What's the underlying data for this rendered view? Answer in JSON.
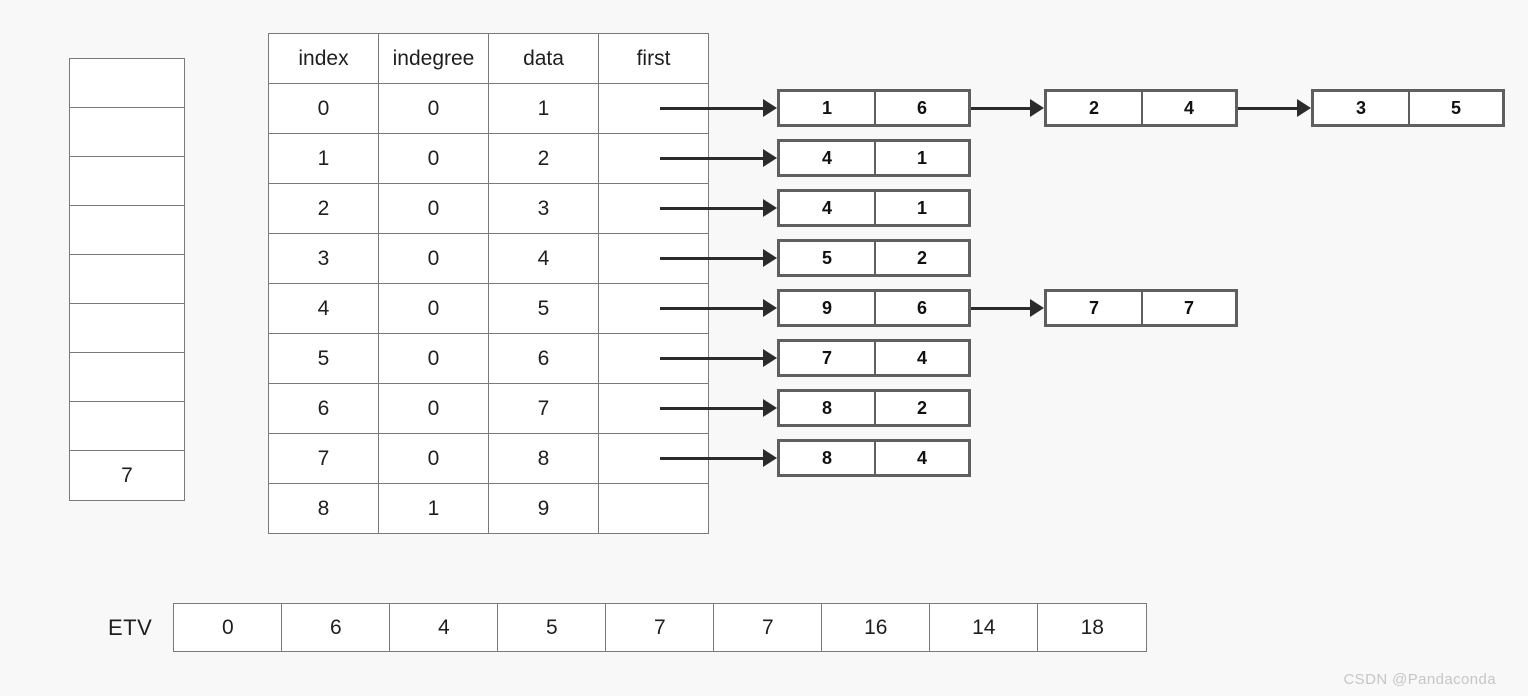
{
  "background_color": "#f8f8f8",
  "border_color": "#7a7a7a",
  "node_border_color": "#5f5f5f",
  "arrow_color": "#2b2b2b",
  "stack": {
    "name": "stack",
    "cells": [
      "",
      "",
      "",
      "",
      "",
      "",
      "",
      "",
      "7"
    ]
  },
  "table": {
    "headers": [
      "index",
      "indegree",
      "data",
      "first"
    ],
    "rows": [
      {
        "index": "0",
        "indegree": "0",
        "data": "1",
        "has_first": true
      },
      {
        "index": "1",
        "indegree": "0",
        "data": "2",
        "has_first": true
      },
      {
        "index": "2",
        "indegree": "0",
        "data": "3",
        "has_first": true
      },
      {
        "index": "3",
        "indegree": "0",
        "data": "4",
        "has_first": true
      },
      {
        "index": "4",
        "indegree": "0",
        "data": "5",
        "has_first": true
      },
      {
        "index": "5",
        "indegree": "0",
        "data": "6",
        "has_first": true
      },
      {
        "index": "6",
        "indegree": "0",
        "data": "7",
        "has_first": true
      },
      {
        "index": "7",
        "indegree": "0",
        "data": "8",
        "has_first": true
      },
      {
        "index": "8",
        "indegree": "1",
        "data": "9",
        "has_first": false
      }
    ]
  },
  "adjacency_lists": [
    {
      "row": 0,
      "nodes": [
        {
          "vertex": "1",
          "weight": "6"
        },
        {
          "vertex": "2",
          "weight": "4"
        },
        {
          "vertex": "3",
          "weight": "5"
        }
      ]
    },
    {
      "row": 1,
      "nodes": [
        {
          "vertex": "4",
          "weight": "1"
        }
      ]
    },
    {
      "row": 2,
      "nodes": [
        {
          "vertex": "4",
          "weight": "1"
        }
      ]
    },
    {
      "row": 3,
      "nodes": [
        {
          "vertex": "5",
          "weight": "2"
        }
      ]
    },
    {
      "row": 4,
      "nodes": [
        {
          "vertex": "9",
          "weight": "6"
        },
        {
          "vertex": "7",
          "weight": "7"
        }
      ]
    },
    {
      "row": 5,
      "nodes": [
        {
          "vertex": "7",
          "weight": "4"
        }
      ]
    },
    {
      "row": 6,
      "nodes": [
        {
          "vertex": "8",
          "weight": "2"
        }
      ]
    },
    {
      "row": 7,
      "nodes": [
        {
          "vertex": "8",
          "weight": "4"
        }
      ]
    }
  ],
  "etv": {
    "label": "ETV",
    "values": [
      "0",
      "6",
      "4",
      "5",
      "7",
      "7",
      "16",
      "14",
      "18"
    ]
  },
  "watermark": "CSDN @Pandaconda"
}
